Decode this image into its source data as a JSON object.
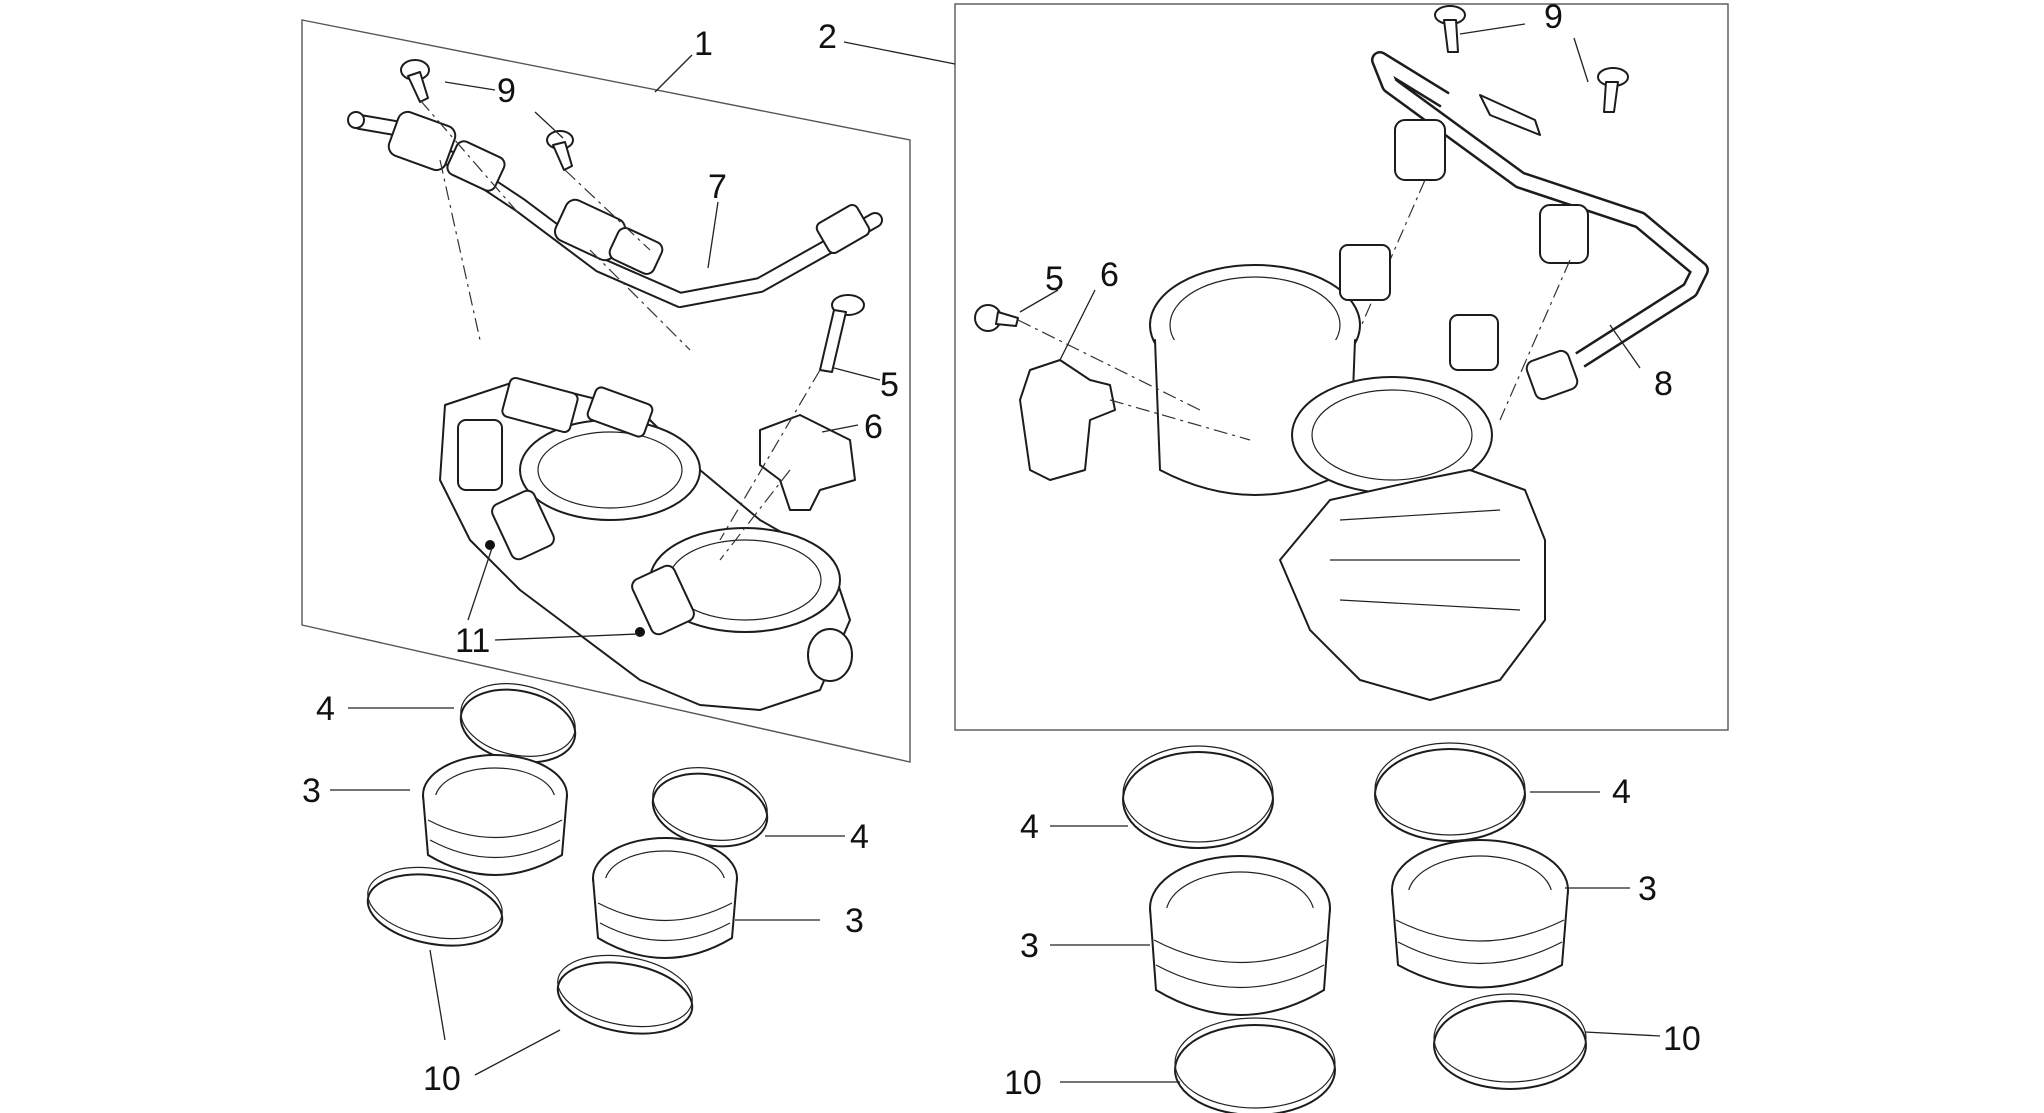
{
  "diagram": {
    "callouts": {
      "left_assembly": "1",
      "right_assembly": "2",
      "left_bolt": "9",
      "left_fuel_rail": "7",
      "left_screw": "5",
      "left_sensor": "6",
      "left_injector": "11",
      "left_clamp_upper_a": "4",
      "left_clamp_upper_b": "4",
      "left_manifold_a": "3",
      "left_manifold_b": "3",
      "left_clamp_lower": "10",
      "right_bolt": "9",
      "right_fuel_rail": "8",
      "right_screw": "5",
      "right_sensor": "6",
      "right_clamp_upper_a": "4",
      "right_clamp_upper_b": "4",
      "right_manifold_a": "3",
      "right_manifold_b": "3",
      "right_clamp_lower_a": "10",
      "right_clamp_lower_b": "10"
    }
  }
}
